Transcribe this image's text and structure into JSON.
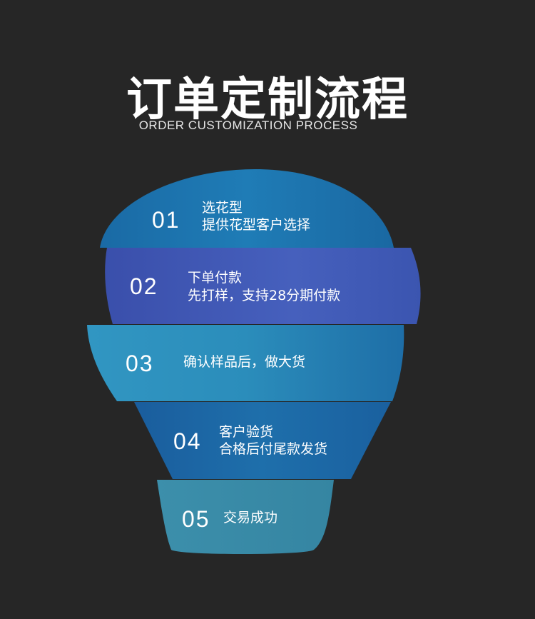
{
  "title": "订单定制流程",
  "subtitle": "ORDER CUSTOMIZATION PROCESS",
  "steps": [
    {
      "number": "01",
      "title": "选花型",
      "desc": "提供花型客户选择",
      "color": "#1c73ad"
    },
    {
      "number": "02",
      "title": "下单付款",
      "desc": "先打样，支持28分期付款",
      "color": "#3e57b4"
    },
    {
      "number": "03",
      "title": "确认样品后，做大货",
      "desc": "",
      "color": "#2d8fbc"
    },
    {
      "number": "04",
      "title": "客户验货",
      "desc": "合格后付尾款发货",
      "color": "#1b66a6"
    },
    {
      "number": "05",
      "title": "交易成功",
      "desc": "",
      "color": "#3a8aa6"
    }
  ]
}
